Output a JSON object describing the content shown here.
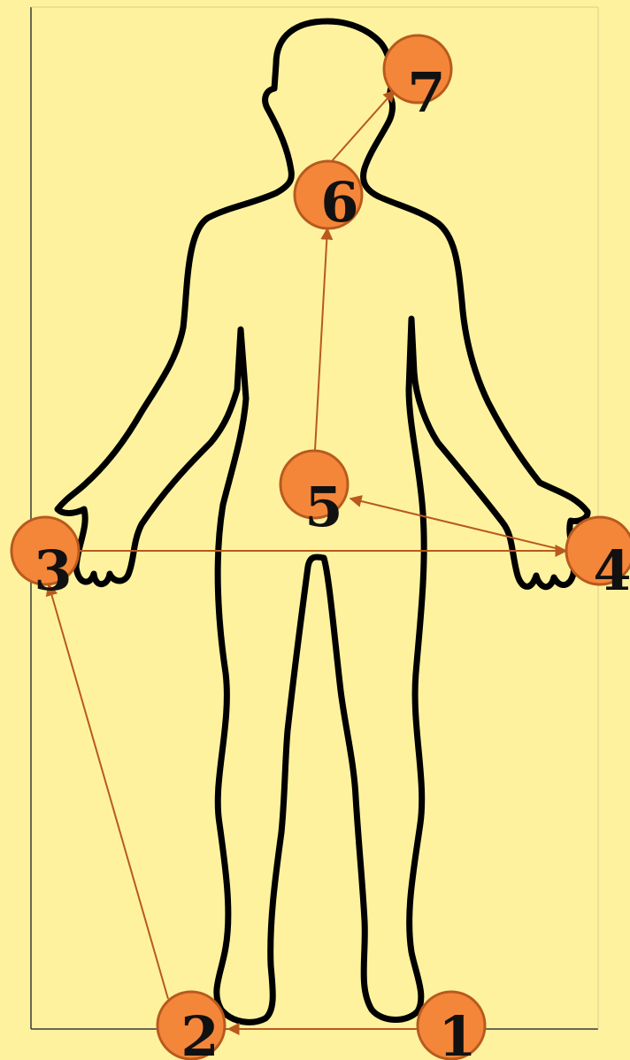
{
  "colors": {
    "background": "#FEF29F",
    "frame": "#3A3A3A",
    "body_outline": "#000000",
    "marker_fill": "#F4863A",
    "marker_stroke": "#B85A1D",
    "arrow": "#B85A1D",
    "label": "#111111"
  },
  "figure": {
    "subject": "human-body-outline",
    "markers": [
      {
        "id": "m1",
        "label": "1"
      },
      {
        "id": "m2",
        "label": "2"
      },
      {
        "id": "m3",
        "label": "3"
      },
      {
        "id": "m4",
        "label": "4"
      },
      {
        "id": "m5",
        "label": "5"
      },
      {
        "id": "m6",
        "label": "6"
      },
      {
        "id": "m7",
        "label": "7"
      }
    ],
    "path_order": [
      "1",
      "2",
      "3",
      "4",
      "5",
      "6",
      "7"
    ]
  }
}
